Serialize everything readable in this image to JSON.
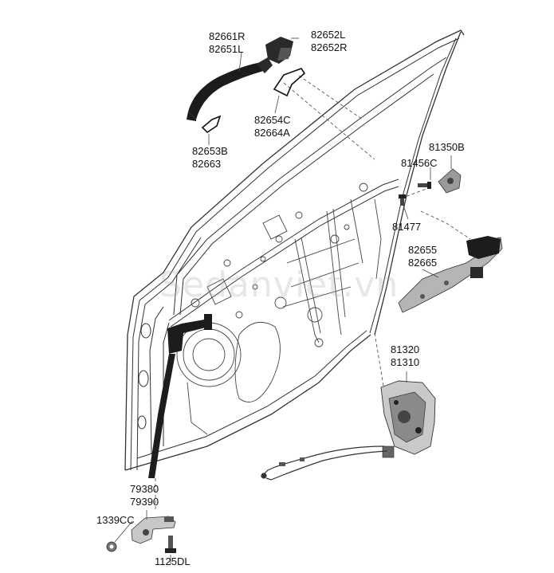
{
  "watermark": "Sedanviet.vn",
  "callouts": [
    {
      "id": "outside-handle",
      "lines": [
        "82661R",
        "82651L"
      ]
    },
    {
      "id": "handle-cover",
      "lines": [
        "82652L",
        "82652R"
      ]
    },
    {
      "id": "front-gasket",
      "lines": [
        "82653B",
        "82663"
      ]
    },
    {
      "id": "rear-gasket",
      "lines": [
        "82654C",
        "82664A"
      ]
    },
    {
      "id": "bracket",
      "lines": [
        "81350B"
      ]
    },
    {
      "id": "bracket-bolt",
      "lines": [
        "81456C"
      ]
    },
    {
      "id": "screw",
      "lines": [
        "81477"
      ]
    },
    {
      "id": "handle-frame",
      "lines": [
        "82655",
        "82665"
      ]
    },
    {
      "id": "door-latch",
      "lines": [
        "81320",
        "81310"
      ]
    },
    {
      "id": "door-checker",
      "lines": [
        "79380",
        "79390"
      ]
    },
    {
      "id": "nut",
      "lines": [
        "1339CC"
      ]
    },
    {
      "id": "checker-bolt",
      "lines": [
        "1125DL"
      ]
    }
  ],
  "colors": {
    "line": "#333333",
    "part_dark": "#1c1c1c",
    "part_mid": "#8a8a8a",
    "part_light": "#d6d6d6",
    "background": "#ffffff"
  }
}
